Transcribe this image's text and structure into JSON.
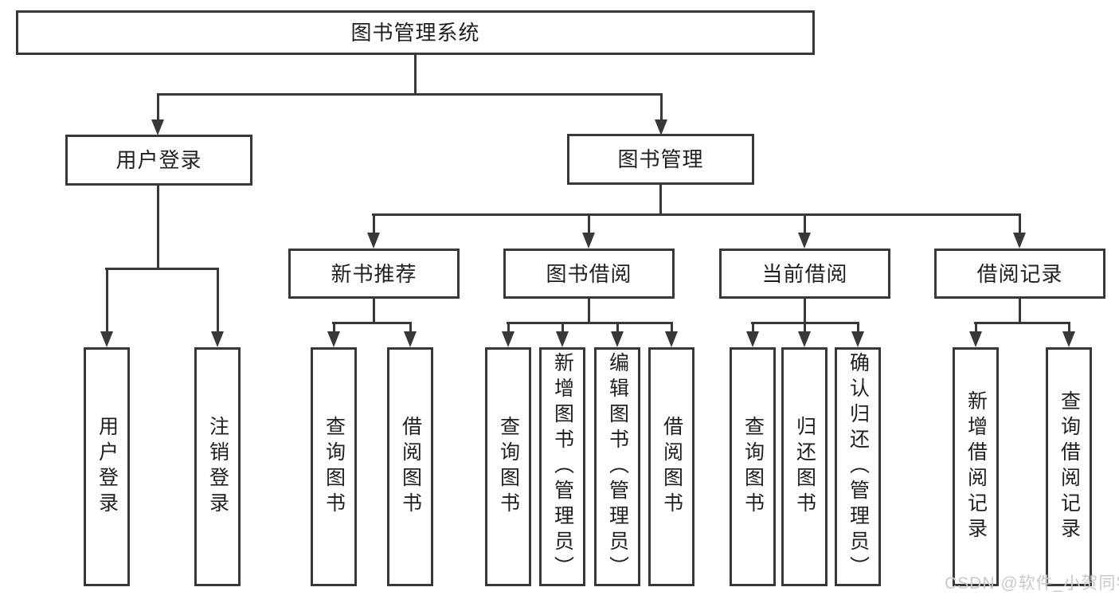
{
  "tree": {
    "root": {
      "label": "图书管理系统",
      "children": [
        {
          "label": "用户登录",
          "children": [
            {
              "label": "用户登录"
            },
            {
              "label": "注销登录"
            }
          ]
        },
        {
          "label": "图书管理",
          "children": [
            {
              "label": "新书推荐",
              "children": [
                {
                  "label": "查询图书"
                },
                {
                  "label": "借阅图书"
                }
              ]
            },
            {
              "label": "图书借阅",
              "children": [
                {
                  "label": "查询图书"
                },
                {
                  "label": "新增图书（管理员）"
                },
                {
                  "label": "编辑图书（管理员）"
                },
                {
                  "label": "借阅图书"
                }
              ]
            },
            {
              "label": "当前借阅",
              "children": [
                {
                  "label": "查询图书"
                },
                {
                  "label": "归还图书"
                },
                {
                  "label": "确认归还（管理员）"
                }
              ]
            },
            {
              "label": "借阅记录",
              "children": [
                {
                  "label": "新增借阅记录"
                },
                {
                  "label": "查询借阅记录"
                }
              ]
            }
          ]
        }
      ]
    }
  },
  "watermark": {
    "text": "CSDN @软件_小贺同学"
  },
  "colors": {
    "line": "#383838",
    "border": "#383838",
    "text": "#1f1f1f",
    "background": "#ffffff",
    "watermark": "#c9c9c9"
  }
}
